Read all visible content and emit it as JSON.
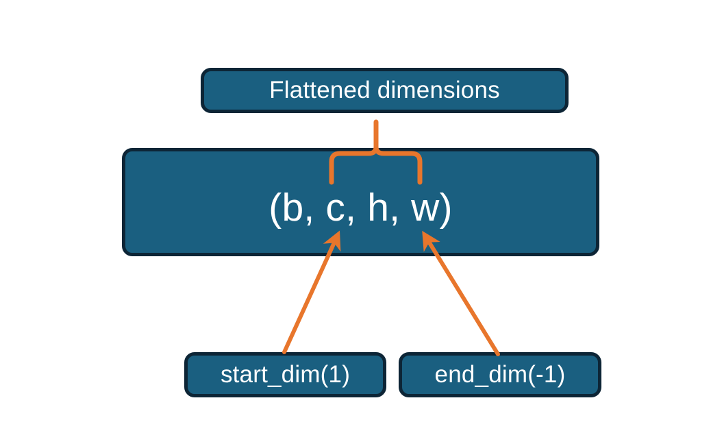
{
  "diagram": {
    "title": "torch.flatten start_dim / end_dim annotation diagram",
    "background_color": "#ffffff",
    "node_fill_color": "#1a5f80",
    "node_border_color": "#0d2536",
    "node_text_color": "#ffffff",
    "annotation_color": "#e8762c",
    "nodes": {
      "flattened": {
        "label": "Flattened dimensions"
      },
      "shape": {
        "label": "(b, c, h, w)"
      },
      "start_dim": {
        "label": "start_dim(1)"
      },
      "end_dim": {
        "label": "end_dim(-1)"
      }
    },
    "connectors": {
      "brace": {
        "name": "curly-brace-over-c-h-w",
        "from": "flattened",
        "to": "shape",
        "spans_text": "c, h, w"
      },
      "arrow_start_dim": {
        "name": "arrow-start-dim-to-c",
        "from": "start_dim",
        "to": "shape",
        "points_at": "c"
      },
      "arrow_end_dim": {
        "name": "arrow-end-dim-to-w",
        "from": "end_dim",
        "to": "shape",
        "points_at": "w"
      }
    }
  }
}
